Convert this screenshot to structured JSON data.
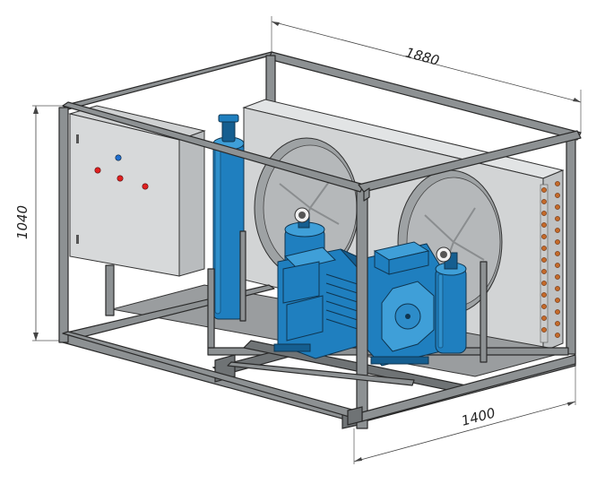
{
  "dimensions": {
    "width_label": "1880",
    "depth_label": "1400",
    "height_label": "1040"
  },
  "colors": {
    "frame": "#8d9193",
    "panel": "#d7d9da",
    "components": "#1f7fbf",
    "indicator_blue": "#1f6fd0",
    "indicator_red": "#e02020",
    "coil_copper": "#c46a2a"
  }
}
